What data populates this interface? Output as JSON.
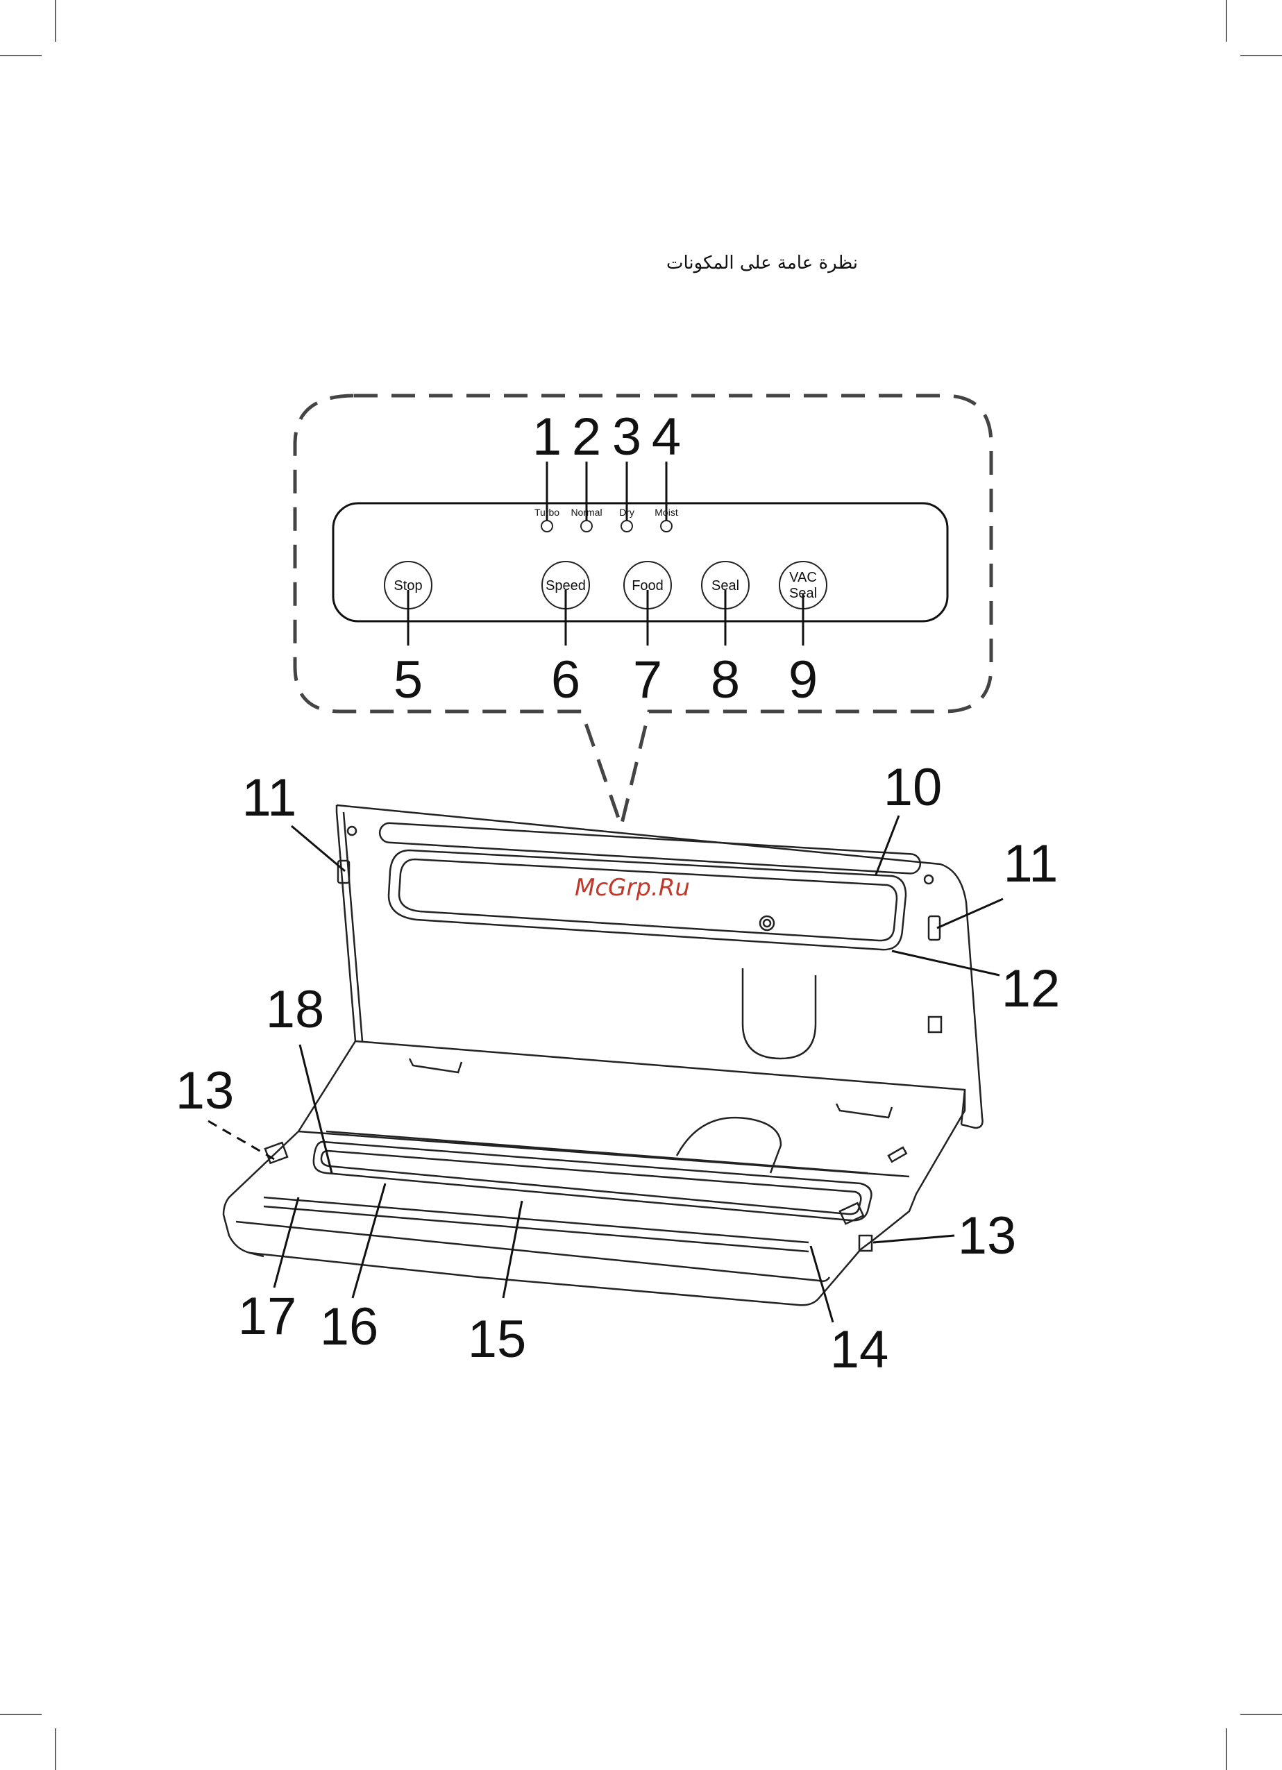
{
  "heading": "نظرة عامة على المكونات",
  "watermark": "McGrp.Ru",
  "panel": {
    "led_labels": [
      "Turbo",
      "Normal",
      "Dry",
      "Moist"
    ],
    "buttons": [
      "Stop",
      "Speed",
      "Food",
      "Seal",
      "VAC",
      "Seal"
    ]
  },
  "callouts": [
    "1",
    "2",
    "3",
    "4",
    "5",
    "6",
    "7",
    "8",
    "9",
    "10",
    "11",
    "11",
    "12",
    "13",
    "13",
    "14",
    "15",
    "16",
    "17",
    "18"
  ]
}
